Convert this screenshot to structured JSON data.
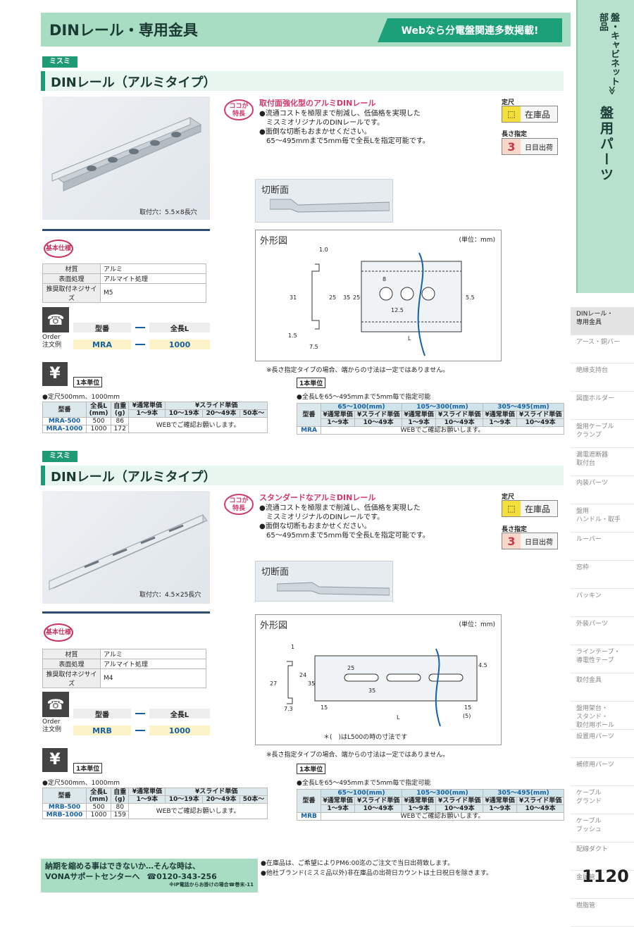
{
  "header": {
    "title": "DINレール・専用金具",
    "web": "Webなら分電盤関連多数掲載!"
  },
  "side": {
    "sub1": "盤・キャビネット",
    "sub2": "部品",
    "chev": "≫",
    "main": "盤用パーツ",
    "nav": [
      "DINレール・\n専用金具",
      "アース・銅バー",
      "絶縁支持台",
      "図面ホルダー",
      "盤用ケーブル\nクランプ",
      "漏電遮断器\n取付台",
      "内装パーツ",
      "盤用\nハンドル・取手",
      "ルーバー",
      "窓枠",
      "パッキン",
      "外装パーツ",
      "ラインテープ・\n導電性テープ",
      "取付金具",
      "盤用架台・\nスタンド・\n取付用ボール",
      "設置用パーツ",
      "補修用パーツ",
      "ケーブル\nグランド",
      "ケーブル\nブッシュ",
      "配線ダクト",
      "金属管",
      "樹脂管"
    ]
  },
  "common": {
    "brand": "ミスミ",
    "feat_icon": "ココが\n特長",
    "teishaku": "定尺",
    "zaiko": "在庫品",
    "nagasa": "長さ指定",
    "days": "3",
    "days_label": "日目出荷",
    "kiridan": "切断面",
    "gaikei": "外形図",
    "tani": "(単位：mm)",
    "note": "※長さ指定タイプの場合、端からの寸法は一定ではありません。",
    "kihon": "基本仕様",
    "spec_keys": [
      "材質",
      "表面処理",
      "推奨取付ネジサイズ"
    ],
    "order": "Order\n注文例",
    "kataban": "型番",
    "zentyo": "全長L",
    "unit": "1本単位",
    "web": "WEBでご確認お願いします。",
    "lsel": "●全長Lを65～495mmまで5mm毎で指定可能"
  },
  "s1": {
    "title": "DINレール（アルミタイプ）",
    "hole": "取付穴：5.5×8長穴",
    "feat_title": "取付面強化型のアルミDINレール",
    "feat_body": "●流通コストを極限まで削減し、低価格を実現した\n　ミスミオリジナルのDINレールです。\n●面倒な切断もおまかせください。\n　65～495mmまで5mm毎で全長Lを指定可能です。",
    "spec": [
      "アルミ",
      "アルマイト処理",
      "M5"
    ],
    "ord_model": "MRA",
    "ord_len": "1000",
    "std": "●定尺500mm、1000mm",
    "rows": [
      [
        "MRA-500",
        "500",
        "86"
      ],
      [
        "MRA-1000",
        "1000",
        "172"
      ]
    ],
    "model": "MRA",
    "dims": [
      "1.0",
      "31",
      "25",
      "35",
      "25",
      "8",
      "5.5",
      "12.5",
      "1.5",
      "7.5",
      "L"
    ]
  },
  "s2": {
    "title": "DINレール（アルミタイプ）",
    "hole": "取付穴：4.5×25長穴",
    "feat_title": "スタンダードなアルミDINレール",
    "feat_body": "●流通コストを極限まで削減し、低価格を実現した\n　ミスミオリジナルのDINレールです。\n●面倒な切断もおまかせください。\n　65～495mmまで5mm毎で全長Lを指定可能です。",
    "spec": [
      "アルミ",
      "アルマイト処理",
      "M4"
    ],
    "ord_model": "MRB",
    "ord_len": "1000",
    "std": "●定尺500mm、1000mm",
    "rows": [
      [
        "MRB-500",
        "500",
        "80"
      ],
      [
        "MRB-1000",
        "1000",
        "159"
      ]
    ],
    "model": "MRB",
    "dims": [
      "1",
      "27",
      "24",
      "35",
      "25",
      "4.5",
      "35",
      "7.3",
      "15",
      "15",
      "(5)",
      "L"
    ],
    "foot": "＊(　)はL500の時の寸法です"
  },
  "tbl_left": {
    "h": [
      "型番",
      "全長L\n(mm)",
      "自重\n(g)",
      "¥通常単価",
      "¥スライド単価"
    ],
    "q": [
      "1～9本",
      "10～19本",
      "20～49本",
      "50本～"
    ]
  },
  "tbl_right": {
    "ranges": [
      "65～100(mm)",
      "105～300(mm)",
      "305～495(mm)"
    ],
    "kind": [
      "¥通常単価",
      "¥スライド単価"
    ],
    "q": [
      "1～9本",
      "10～49本"
    ],
    "model_h": "型番"
  },
  "footer": {
    "l1": "納期を縮める事はできないか…そんな時は、",
    "l2": "VONAサポートセンターへ",
    "tel": "☎0120-343-256",
    "small": "※IP電話からお掛けの場合☎巻末-11",
    "r1": "●在庫品は、ご希望によりPM6:00迄のご注文で当日出荷致します。",
    "r2": "●他社ブランド(ミスミ品以外)非在庫品の出荷日カウントは土日祝日を除きます。",
    "page": "1120"
  }
}
